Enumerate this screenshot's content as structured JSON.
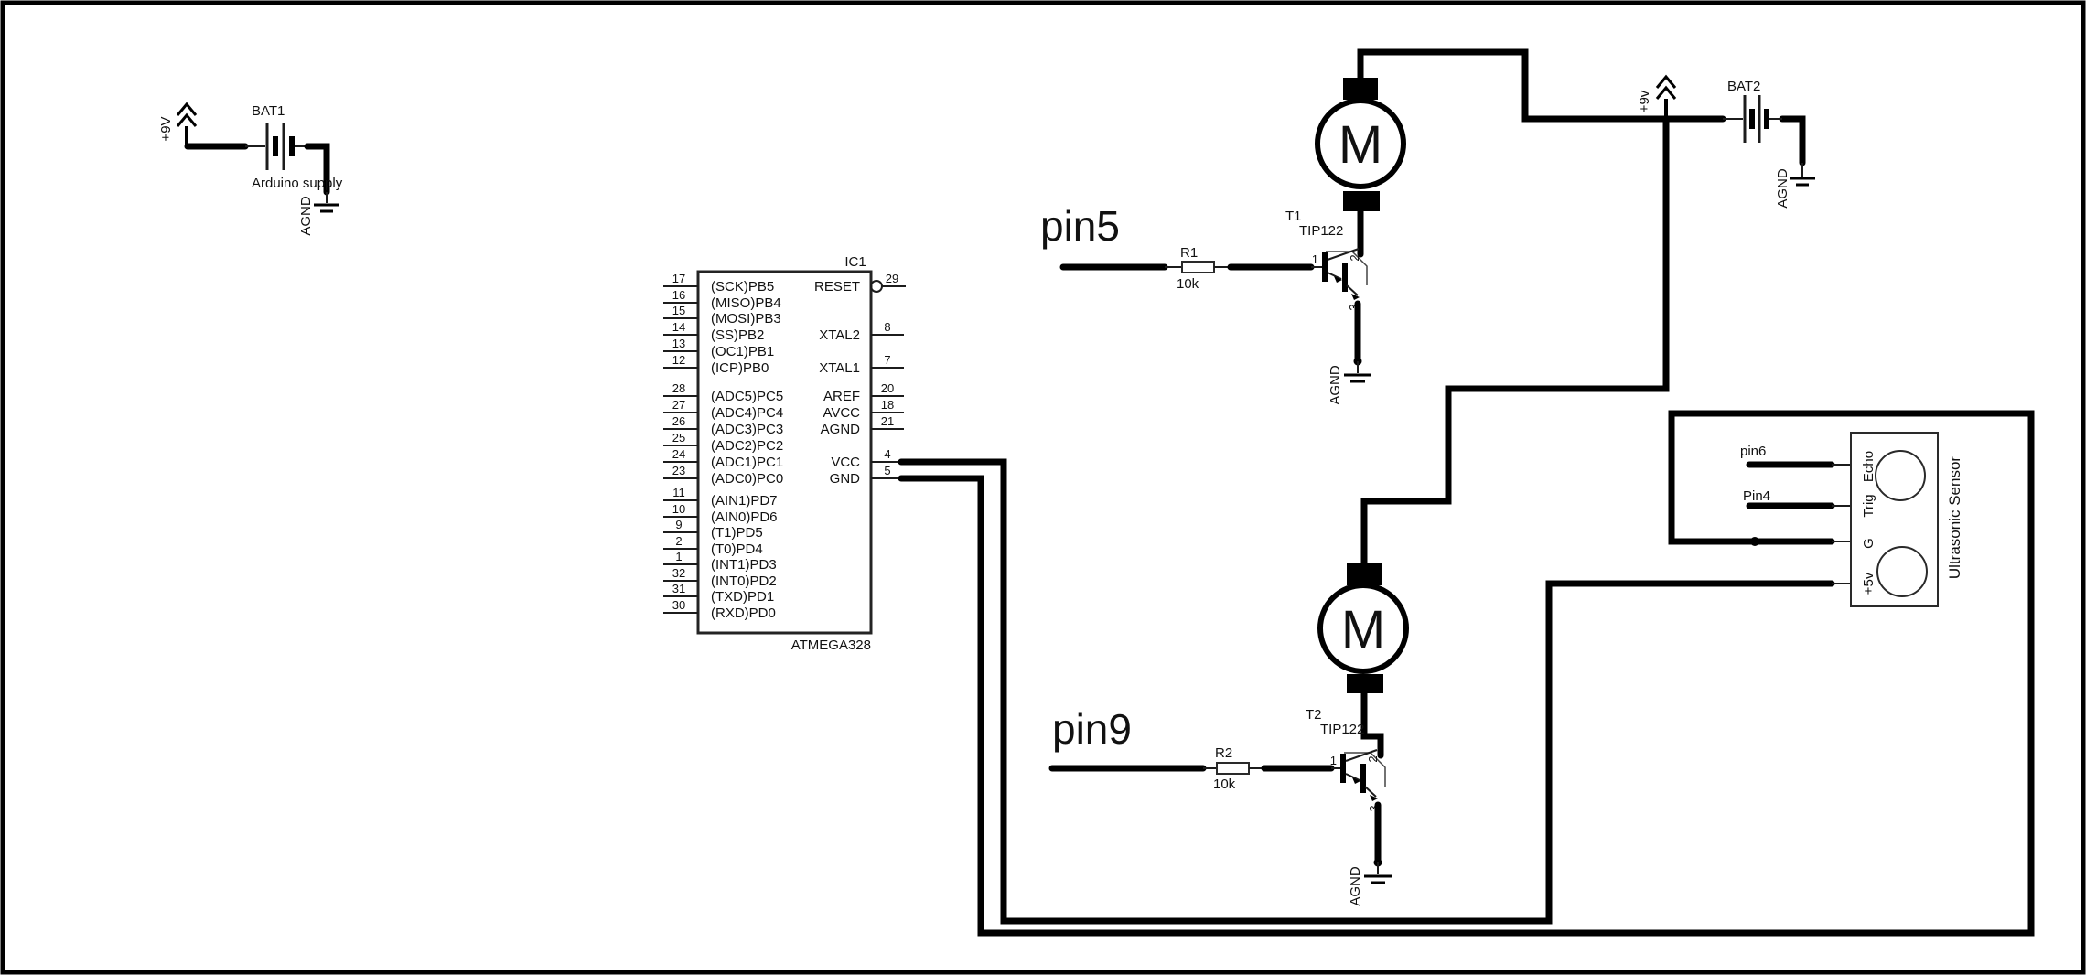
{
  "schematic": {
    "bat1": {
      "ref": "BAT1",
      "caption": "Arduino supply",
      "rail": "+9V",
      "gnd": "AGND"
    },
    "bat2": {
      "ref": "BAT2",
      "rail": "+9v",
      "gnd": "AGND"
    },
    "ic": {
      "ref": "IC1",
      "part": "ATMEGA328",
      "left_pins": [
        {
          "num": "17",
          "label": "(SCK)PB5"
        },
        {
          "num": "16",
          "label": "(MISO)PB4"
        },
        {
          "num": "15",
          "label": "(MOSI)PB3"
        },
        {
          "num": "14",
          "label": "(SS)PB2"
        },
        {
          "num": "13",
          "label": "(OC1)PB1"
        },
        {
          "num": "12",
          "label": "(ICP)PB0"
        },
        {
          "num": "28",
          "label": "(ADC5)PC5"
        },
        {
          "num": "27",
          "label": "(ADC4)PC4"
        },
        {
          "num": "26",
          "label": "(ADC3)PC3"
        },
        {
          "num": "25",
          "label": "(ADC2)PC2"
        },
        {
          "num": "24",
          "label": "(ADC1)PC1"
        },
        {
          "num": "23",
          "label": "(ADC0)PC0"
        },
        {
          "num": "11",
          "label": "(AIN1)PD7"
        },
        {
          "num": "10",
          "label": "(AIN0)PD6"
        },
        {
          "num": "9",
          "label": "(T1)PD5"
        },
        {
          "num": "2",
          "label": "(T0)PD4"
        },
        {
          "num": "1",
          "label": "(INT1)PD3"
        },
        {
          "num": "32",
          "label": "(INT0)PD2"
        },
        {
          "num": "31",
          "label": "(TXD)PD1"
        },
        {
          "num": "30",
          "label": "(RXD)PD0"
        }
      ],
      "right_pins": [
        {
          "num": "29",
          "label": "RESET"
        },
        {
          "num": "8",
          "label": "XTAL2"
        },
        {
          "num": "7",
          "label": "XTAL1"
        },
        {
          "num": "20",
          "label": "AREF"
        },
        {
          "num": "18",
          "label": "AVCC"
        },
        {
          "num": "21",
          "label": "AGND"
        },
        {
          "num": "4",
          "label": "VCC"
        },
        {
          "num": "5",
          "label": "GND"
        }
      ]
    },
    "motor1": {
      "label": "M"
    },
    "motor2": {
      "label": "M"
    },
    "r1": {
      "ref": "R1",
      "value": "10k"
    },
    "r2": {
      "ref": "R2",
      "value": "10k"
    },
    "t1": {
      "ref": "T1",
      "part": "TIP122",
      "pin1": "1",
      "pin2": "2",
      "pin3": "3",
      "gnd": "AGND"
    },
    "t2": {
      "ref": "T2",
      "part": "TIP122",
      "pin1": "1",
      "pin2": "2",
      "pin3": "3",
      "gnd": "AGND"
    },
    "nets": {
      "pin5": "pin5",
      "pin9": "pin9",
      "pin6": "pin6",
      "pin4": "Pin4"
    },
    "sensor": {
      "title": "Ultrasonic Sensor",
      "pins": [
        "Echo",
        "Trig",
        "G",
        "+5v"
      ]
    }
  },
  "colors": {
    "ink": "#000000",
    "bg": "#ffffff"
  }
}
